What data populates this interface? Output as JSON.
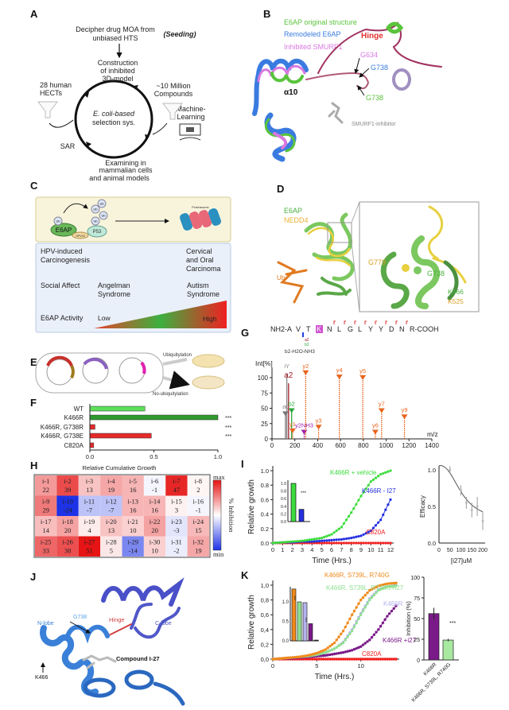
{
  "panels": {
    "A": {
      "label": "A",
      "top1": "Decipher drug MOA from",
      "top2": "unbiased HTS",
      "seeding": "(Seeding)",
      "c1": "Construction",
      "c2": "of inhibited",
      "c3": "3D-model",
      "center1": "E. coli-based",
      "center2": "selection sys.",
      "left1": "28 human",
      "left2": "HECTs",
      "right1": "~10 Million",
      "right2": "Compounds",
      "ml1": "Machine-",
      "ml2": "Learning",
      "sar": "SAR",
      "b1": "Examining in",
      "b2": "mammalian cells",
      "b3": "and animal models"
    },
    "B": {
      "label": "B",
      "legend": [
        "E6AP original structure",
        "Remodeled E6AP",
        "Inhibited SMURF1"
      ],
      "legend_colors": [
        "#5ac43c",
        "#3a7be0",
        "#d878e0"
      ],
      "hinge": "Hinge",
      "g634": "G634",
      "g738_blue": "G738",
      "g738_green": "G738",
      "alpha10": "α10",
      "inhibitor": "SMURF1-inhibitor"
    },
    "C": {
      "label": "C",
      "ub": "Ub",
      "e6ap": "E6AP",
      "hpv": "HPV16",
      "p53": "P53",
      "proteasome": "Proteasome",
      "r1a": "HPV-induced",
      "r1b": "Carcinogenesis",
      "r1c1": "Cervical",
      "r1c2": "and Oral",
      "r1c3": "Carcinoma",
      "r2a": "Social Affect",
      "r2b1": "Angelman",
      "r2b2": "Syndrome",
      "r2c1": "Autism",
      "r2c2": "Syndrome",
      "r3a": "E6AP Activity",
      "low": "Low",
      "high": "High"
    },
    "D": {
      "label": "D",
      "e6ap": "E6AP",
      "nedd4": "NEDD4",
      "ub": "Ub",
      "g779": "G779",
      "g738": "G738",
      "k466": "K466",
      "k525": "K525"
    },
    "E": {
      "label": "E",
      "ubiq": "Ubiquitylation",
      "noubiq": "No-ubiquitylation"
    },
    "J": {
      "label": "J",
      "nlobe": "N-lobe",
      "g738": "G738",
      "hinge": "Hinge",
      "clobe": "C-lobe",
      "compound": "Compound I-27",
      "k466": "K466"
    }
  },
  "chart_data": [
    {
      "id": "F",
      "label": "F",
      "type": "bar",
      "orientation": "horizontal",
      "categories": [
        "WT",
        "K466R",
        "K466R, G738R",
        "K466R, G738E",
        "C820A"
      ],
      "values": [
        0.43,
        1.0,
        0.04,
        0.48,
        0.03
      ],
      "colors": [
        "#5ee05a",
        "#2e9a2e",
        "#e52a2a",
        "#e52a2a",
        "#e52a2a"
      ],
      "significance": [
        "",
        "***",
        "***",
        "***",
        ""
      ],
      "xlim": [
        0,
        1.0
      ],
      "xticks": [
        "0.0",
        "0.5",
        "1.0"
      ]
    },
    {
      "id": "H",
      "label": "H",
      "type": "heatmap",
      "title": "Relative Cumulative Growth",
      "colorbar_label": "% Inhibition",
      "max_label": "max",
      "min_label": "min",
      "cells": [
        [
          "i-1",
          22
        ],
        [
          "i-2",
          39
        ],
        [
          "i-3",
          13
        ],
        [
          "i-4",
          19
        ],
        [
          "i-5",
          16
        ],
        [
          "i-6",
          -1
        ],
        [
          "i-7",
          47
        ],
        [
          "i-8",
          2
        ],
        [
          "i-9",
          29
        ],
        [
          "i-10",
          -24
        ],
        [
          "i-11",
          -7
        ],
        [
          "i-12",
          -7
        ],
        [
          "i-13",
          16
        ],
        [
          "i-14",
          16
        ],
        [
          "i-15",
          3
        ],
        [
          "i-16",
          -1
        ],
        [
          "i-17",
          14
        ],
        [
          "i-18",
          20
        ],
        [
          "i-19",
          4
        ],
        [
          "i-20",
          13
        ],
        [
          "i-21",
          10
        ],
        [
          "i-22",
          20
        ],
        [
          "i-23",
          -3
        ],
        [
          "i-24",
          15
        ],
        [
          "i-25",
          33
        ],
        [
          "i-26",
          38
        ],
        [
          "i-27",
          51
        ],
        [
          "i-28",
          5
        ],
        [
          "i-29",
          -14
        ],
        [
          "i-30",
          10
        ],
        [
          "i-31",
          -2
        ],
        [
          "i-32",
          19
        ]
      ],
      "columns": 8
    },
    {
      "id": "G",
      "label": "G",
      "type": "bar",
      "subtype": "ms-spectrum",
      "sequence": [
        "NH2-A",
        "V",
        "T",
        "K",
        "N",
        "L",
        "G",
        "L",
        "Y",
        "Y",
        "D",
        "N",
        "R-COOH"
      ],
      "seq_marks": {
        "a": "a2",
        "b": "b2"
      },
      "neutral_loss": "b2-H2O-NH3",
      "ylabel": "Int[%]",
      "xlabel": "m/z",
      "xlim": [
        0,
        1400
      ],
      "ylim": [
        0,
        115
      ],
      "xticks": [
        "0",
        "200",
        "400",
        "600",
        "800",
        "1000",
        "1200",
        "1400"
      ],
      "yticks": [
        "0",
        "25",
        "50",
        "75",
        "100"
      ],
      "peaks": [
        {
          "name": "iY",
          "mz": 130,
          "int": 112,
          "color": "#888888"
        },
        {
          "name": "rK",
          "mz": 118,
          "int": 45,
          "color": "#777777"
        },
        {
          "name": "a2",
          "mz": 145,
          "int": 96,
          "color": "#a3202a"
        },
        {
          "name": "b2",
          "mz": 172,
          "int": 50,
          "color": "#2aa83a"
        },
        {
          "name": "y1",
          "mz": 180,
          "int": 17,
          "color": "#e8641c"
        },
        {
          "name": "y2NH3",
          "mz": 282,
          "int": 15,
          "color": "#a020b0"
        },
        {
          "name": "y2",
          "mz": 295,
          "int": 112,
          "color": "#e8641c"
        },
        {
          "name": "y3",
          "mz": 408,
          "int": 23,
          "color": "#e8641c"
        },
        {
          "name": "y4",
          "mz": 590,
          "int": 105,
          "color": "#e8641c"
        },
        {
          "name": "y5",
          "mz": 795,
          "int": 104,
          "color": "#e8641c"
        },
        {
          "name": "y6",
          "mz": 905,
          "int": 15,
          "color": "#e8641c"
        },
        {
          "name": "y7",
          "mz": 960,
          "int": 50,
          "color": "#e8641c"
        },
        {
          "name": "y9",
          "mz": 1160,
          "int": 40,
          "color": "#e8641c"
        }
      ]
    },
    {
      "id": "I",
      "label": "I",
      "type": "line",
      "xlabel": "Time (Hrs.)",
      "ylabel": "Relative growth",
      "xlim": [
        0,
        12
      ],
      "ylim": [
        0,
        1.0
      ],
      "xticks": [
        "0",
        "1",
        "2",
        "3",
        "4",
        "5",
        "6",
        "7",
        "8",
        "9",
        "10",
        "11",
        "12"
      ],
      "yticks": [
        "0.0",
        "0.2",
        "0.4",
        "0.6",
        "0.8",
        "1.0"
      ],
      "x": [
        0,
        1,
        2,
        3,
        4,
        5,
        6,
        7,
        8,
        9,
        10,
        11,
        12
      ],
      "series": [
        {
          "name": "K466R + vehicle",
          "color": "#3cdc3c",
          "values": [
            0,
            0.01,
            0.02,
            0.03,
            0.05,
            0.07,
            0.12,
            0.22,
            0.42,
            0.65,
            0.85,
            0.95,
            1.0
          ]
        },
        {
          "name": "K466R - I27",
          "color": "#2430e0",
          "values": [
            0,
            0.01,
            0.01,
            0.02,
            0.02,
            0.03,
            0.04,
            0.05,
            0.07,
            0.1,
            0.17,
            0.32,
            0.6
          ]
        },
        {
          "name": "C820A",
          "color": "#f02020",
          "values": [
            0,
            0,
            0,
            0,
            0,
            0,
            0,
            0,
            0,
            0,
            0,
            0,
            0
          ]
        }
      ],
      "inset": {
        "values": [
          1.0,
          0.32
        ],
        "colors": [
          "#3cdc3c",
          "#2430e0"
        ],
        "yticks": [
          "0.0",
          "0.2",
          "0.4",
          "0.6",
          "0.8",
          "1.0"
        ],
        "significance": "***"
      }
    },
    {
      "id": "I-right",
      "type": "scatter",
      "xlabel": "[i27]uM",
      "ylabel": "Efficacy",
      "xlim": [
        0,
        200
      ],
      "ylim": [
        0,
        1.1
      ],
      "xticks": [
        "0",
        "50",
        "100",
        "150",
        "200"
      ],
      "yticks": [
        "0.0",
        "0.5",
        "1.0"
      ],
      "x": [
        50,
        100,
        125,
        150,
        175,
        200
      ],
      "y": [
        1.0,
        0.72,
        0.55,
        0.45,
        0.5,
        0.3
      ],
      "err": [
        0.05,
        0.07,
        0.08,
        0.1,
        0.13,
        0.12
      ]
    },
    {
      "id": "K",
      "label": "K",
      "type": "line",
      "xlabel": "Time (Hrs.)",
      "ylabel": "Relative growth",
      "xlim": [
        0,
        14
      ],
      "ylim": [
        0,
        1.0
      ],
      "xticks": [
        "0",
        "5",
        "10"
      ],
      "yticks": [
        "0,0",
        "0,2",
        "0,4",
        "0,6",
        "0,8",
        "1,0"
      ],
      "x": [
        0,
        1,
        2,
        3,
        4,
        5,
        6,
        7,
        8,
        9,
        10,
        11,
        12,
        13,
        14
      ],
      "series": [
        {
          "name": "K466R, S739L, R740G",
          "color": "#f08a1c",
          "values": [
            0,
            0.01,
            0.02,
            0.03,
            0.05,
            0.08,
            0.13,
            0.22,
            0.38,
            0.6,
            0.8,
            0.93,
            0.99,
            1.02,
            1.03
          ]
        },
        {
          "name": "K466R, S739L, R740G+i27",
          "color": "#90e090",
          "values": [
            0,
            0.01,
            0.02,
            0.03,
            0.04,
            0.06,
            0.09,
            0.14,
            0.22,
            0.38,
            0.6,
            0.8,
            0.93,
            0.98,
            0.99
          ]
        },
        {
          "name": "K466R",
          "color": "#b4b4f0",
          "values": [
            0,
            0.01,
            0.02,
            0.03,
            0.04,
            0.06,
            0.09,
            0.14,
            0.23,
            0.4,
            0.62,
            0.82,
            0.94,
            0.98,
            1.0
          ]
        },
        {
          "name": "K466R +i27",
          "color": "#7a1a88",
          "values": [
            0,
            0.01,
            0.01,
            0.02,
            0.03,
            0.04,
            0.05,
            0.07,
            0.09,
            0.12,
            0.17,
            0.26,
            0.4,
            0.58,
            0.72
          ]
        },
        {
          "name": "C820A",
          "color": "#f02020",
          "values": [
            0,
            0,
            0,
            0,
            0,
            0,
            0,
            0,
            0,
            0,
            0,
            0,
            0,
            0,
            0
          ]
        }
      ],
      "inset": {
        "values": [
          1.33,
          1.0,
          0.98,
          0.44,
          0.02
        ],
        "colors": [
          "#f08a1c",
          "#90e090",
          "#b4b4f0",
          "#7a1a88",
          "#444444"
        ],
        "yticks": [
          "0.0",
          "0.5",
          "1.0"
        ],
        "significance": [
          "",
          "***",
          "",
          "***",
          ""
        ]
      }
    },
    {
      "id": "K-right",
      "type": "bar",
      "ylabel": "Inhibition (%)",
      "ylim": [
        0,
        100
      ],
      "yticks": [
        "0",
        "25",
        "50",
        "75",
        "100"
      ],
      "categories": [
        "K466R",
        "K466R, S739L, R740G"
      ],
      "values": [
        56,
        24
      ],
      "err": [
        7,
        1.5
      ],
      "colors": [
        "#7a1a88",
        "#a8e8a0"
      ],
      "significance": "***"
    }
  ]
}
